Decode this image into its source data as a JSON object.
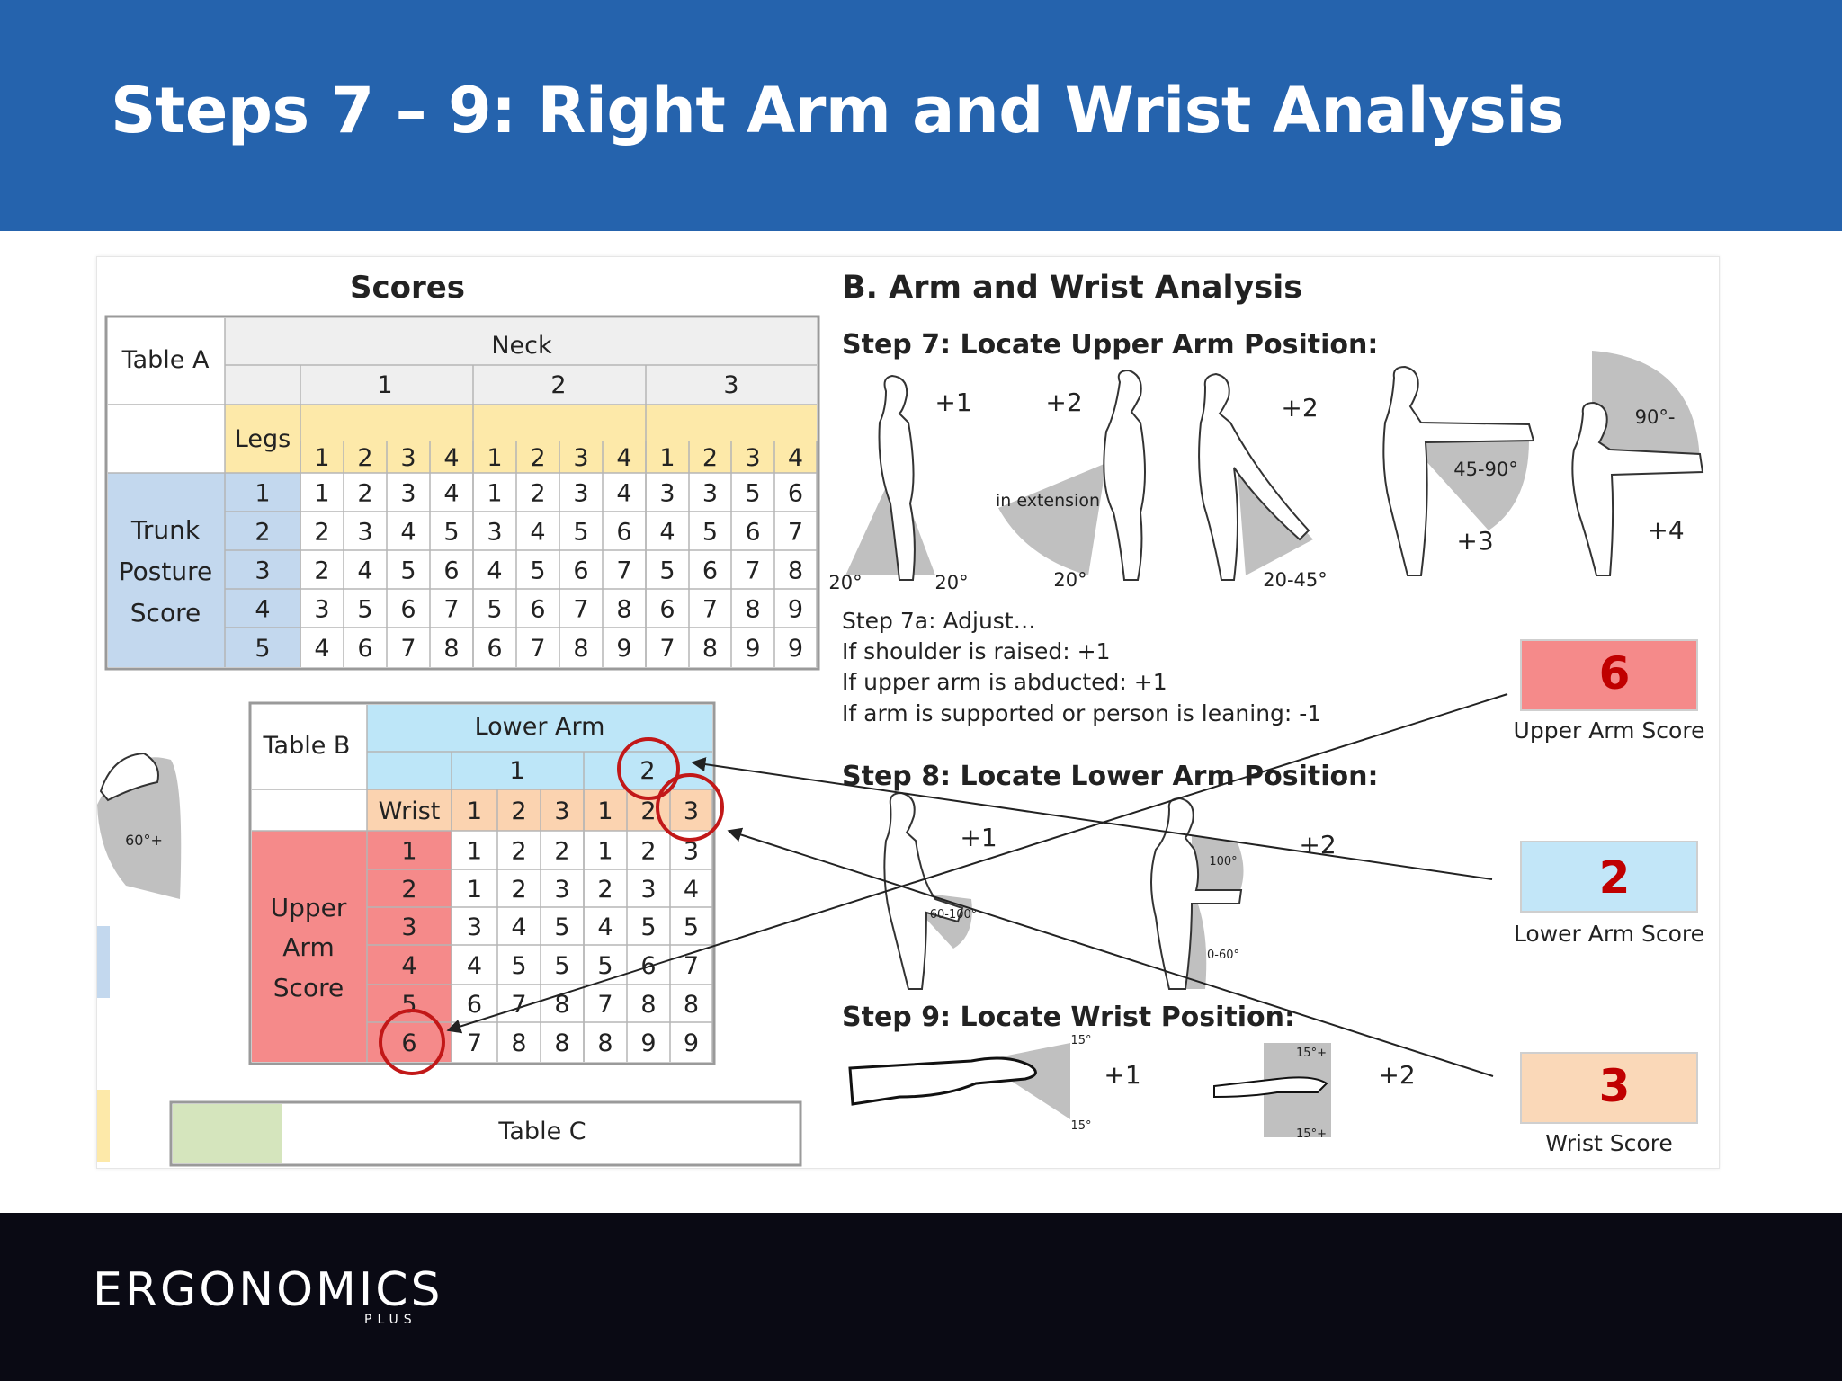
{
  "slide": {
    "title": "Steps 7 – 9: Right Arm and Wrist Analysis",
    "logo_text": "ERGONOMICS",
    "logo_sub": "PLUS"
  },
  "scores_panel": {
    "heading": "Scores",
    "table_a": {
      "label": "Table A",
      "neck_label": "Neck",
      "neck_values": [
        "1",
        "2",
        "3"
      ],
      "legs_label": "Legs",
      "legs_values": [
        "1",
        "2",
        "3",
        "4",
        "1",
        "2",
        "3",
        "4",
        "1",
        "2",
        "3",
        "4"
      ],
      "row_label_lines": [
        "Trunk",
        "Posture",
        "Score"
      ],
      "rows": [
        {
          "label": "1",
          "cells": [
            "1",
            "2",
            "3",
            "4",
            "1",
            "2",
            "3",
            "4",
            "3",
            "3",
            "5",
            "6"
          ]
        },
        {
          "label": "2",
          "cells": [
            "2",
            "3",
            "4",
            "5",
            "3",
            "4",
            "5",
            "6",
            "4",
            "5",
            "6",
            "7"
          ]
        },
        {
          "label": "3",
          "cells": [
            "2",
            "4",
            "5",
            "6",
            "4",
            "5",
            "6",
            "7",
            "5",
            "6",
            "7",
            "8"
          ]
        },
        {
          "label": "4",
          "cells": [
            "3",
            "5",
            "6",
            "7",
            "5",
            "6",
            "7",
            "8",
            "6",
            "7",
            "8",
            "9"
          ]
        },
        {
          "label": "5",
          "cells": [
            "4",
            "6",
            "7",
            "8",
            "6",
            "7",
            "8",
            "9",
            "7",
            "8",
            "9",
            "9"
          ]
        }
      ]
    },
    "table_b": {
      "label": "Table B",
      "lower_arm_label": "Lower Arm",
      "lower_arm_values": [
        "1",
        "2"
      ],
      "wrist_label": "Wrist",
      "wrist_values": [
        "1",
        "2",
        "3",
        "1",
        "2",
        "3"
      ],
      "row_label_lines": [
        "Upper",
        "Arm",
        "Score"
      ],
      "rows": [
        {
          "label": "1",
          "cells": [
            "1",
            "2",
            "2",
            "1",
            "2",
            "3"
          ]
        },
        {
          "label": "2",
          "cells": [
            "1",
            "2",
            "3",
            "2",
            "3",
            "4"
          ]
        },
        {
          "label": "3",
          "cells": [
            "3",
            "4",
            "5",
            "4",
            "5",
            "5"
          ]
        },
        {
          "label": "4",
          "cells": [
            "4",
            "5",
            "5",
            "5",
            "6",
            "7"
          ]
        },
        {
          "label": "5",
          "cells": [
            "6",
            "7",
            "8",
            "7",
            "8",
            "8"
          ]
        },
        {
          "label": "6",
          "cells": [
            "7",
            "8",
            "8",
            "8",
            "9",
            "9"
          ]
        }
      ]
    },
    "table_c_label": "Table C",
    "partial_angle": "60°+"
  },
  "analysis": {
    "heading": "B. Arm and Wrist Analysis",
    "step7": {
      "title": "Step 7: Locate Upper Arm Position:",
      "scores": [
        "+1",
        "+2",
        "+2",
        "+3",
        "+4"
      ],
      "angles": [
        "20°",
        "20°",
        "20°",
        "20-45°",
        "45-90°",
        "90°-"
      ],
      "extension_label": "in extension",
      "adjust_title": "Step 7a: Adjust…",
      "adjust_lines": [
        "If shoulder is raised: +1",
        "If upper arm is abducted: +1",
        "If arm is supported or person is leaning: -1"
      ]
    },
    "step8": {
      "title": "Step 8: Locate Lower Arm Position:",
      "scores": [
        "+1",
        "+2"
      ],
      "angles": [
        "60-100°",
        "100°",
        "0-60°"
      ]
    },
    "step9": {
      "title": "Step 9: Locate Wrist Position:",
      "scores": [
        "+1",
        "+2"
      ],
      "angles": [
        "15°",
        "15°",
        "15°+",
        "15°+"
      ]
    }
  },
  "result_boxes": [
    {
      "value": "6",
      "label": "Upper Arm  Score",
      "color": "#f58a8a"
    },
    {
      "value": "2",
      "label": "Lower Arm Score",
      "color": "#c2e6f8"
    },
    {
      "value": "3",
      "label": "Wrist Score",
      "color": "#fad8b8"
    }
  ],
  "colors": {
    "header_blue": "#2563ad",
    "legs_yellow": "#fde9a9",
    "trunk_blue": "#c3d8ee",
    "lower_arm_blue": "#bde6f8",
    "wrist_orange": "#fbd3b0",
    "upper_arm_red": "#f58a8a",
    "circle_red": "#c21818",
    "score_red": "#c00000"
  }
}
